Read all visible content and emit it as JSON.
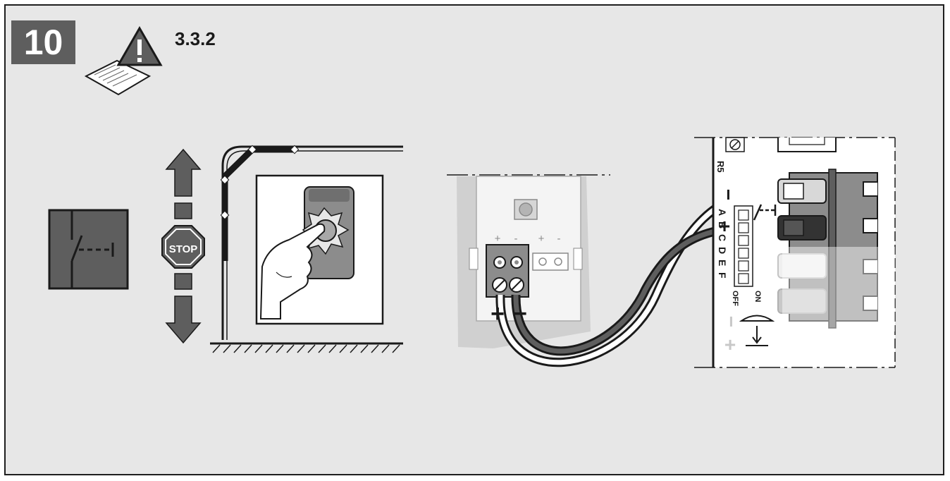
{
  "step_number": "10",
  "manual_reference": "3.3.2",
  "stop_sign_text": "STOP",
  "receiver_label": "R5",
  "dip_letters": [
    "A",
    "B",
    "C",
    "D",
    "E",
    "F"
  ],
  "dip_off_label": "OFF",
  "dip_on_label": "ON",
  "terminal_polarity": [
    "+",
    "-",
    "+",
    "-"
  ],
  "wire_polarity": [
    "+",
    "−"
  ],
  "connector_polarity": [
    "−",
    "+"
  ],
  "colors": {
    "panel": "#e7e7e7",
    "dark_gray": "#5e5e5e",
    "line": "#1a1a1a",
    "wire_white": "#ffffff",
    "wire_black": "#1a1a1a"
  }
}
